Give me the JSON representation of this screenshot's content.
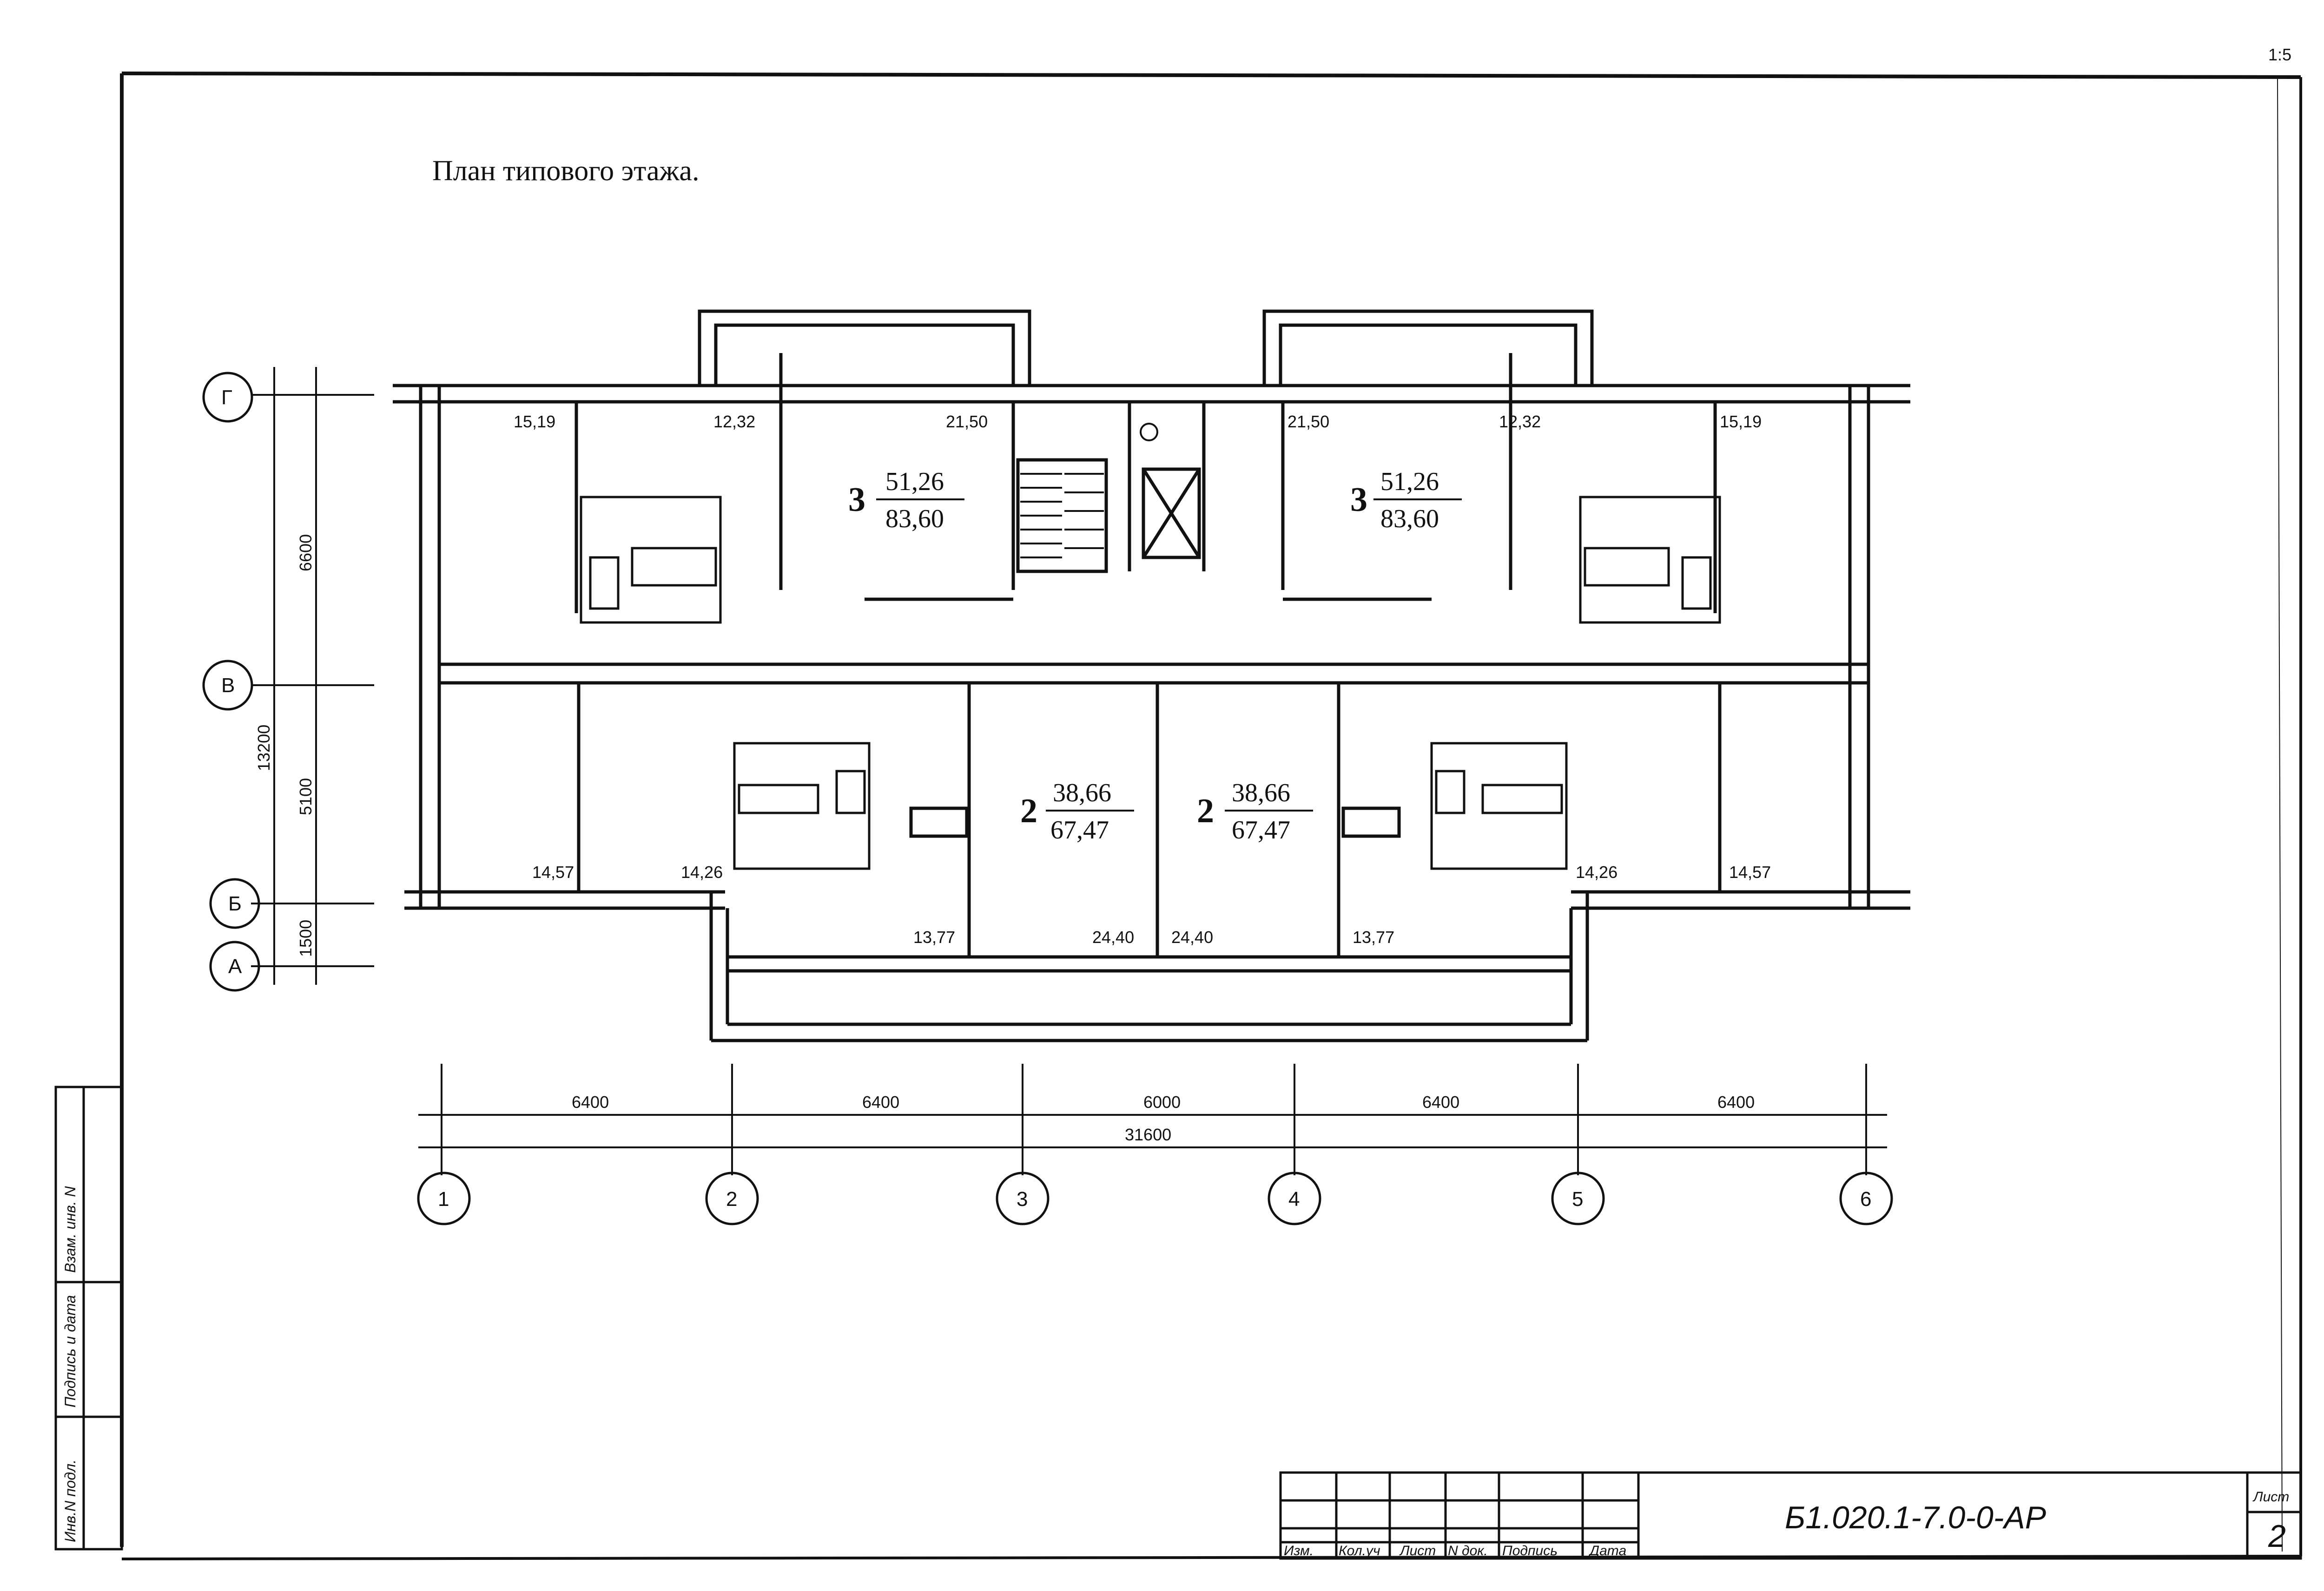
{
  "title": "План типового этажа.",
  "corner_mark": "1:5",
  "apartments": [
    {
      "rooms": "3",
      "living_area": "51,26",
      "total_area": "83,60"
    },
    {
      "rooms": "3",
      "living_area": "51,26",
      "total_area": "83,60"
    },
    {
      "rooms": "2",
      "living_area": "38,66",
      "total_area": "67,47"
    },
    {
      "rooms": "2",
      "living_area": "38,66",
      "total_area": "67,47"
    }
  ],
  "room_areas": [
    "15,19",
    "12,32",
    "21,50",
    "21,50",
    "12,32",
    "15,19",
    "14,57",
    "14,26",
    "13,77",
    "24,40",
    "24,40",
    "13,77",
    "14,26",
    "14,57"
  ],
  "horizontal_dims": [
    "6400",
    "6400",
    "6000",
    "6400",
    "6400"
  ],
  "horizontal_total": "31600",
  "vertical_dims": [
    "6600",
    "5100",
    "1500"
  ],
  "vertical_total": "13200",
  "column_axes": [
    "1",
    "2",
    "3",
    "4",
    "5",
    "6"
  ],
  "row_axes": [
    "Г",
    "В",
    "Б",
    "А"
  ],
  "title_block": {
    "columns": [
      "Изм.",
      "Кол.уч",
      "Лист",
      "N док.",
      "Подпись",
      "Дата"
    ],
    "code": "Б1.020.1-7.0-0-АР",
    "sheet_label": "Лист",
    "sheet_number": "2"
  },
  "side_stamp": [
    "Инв.N подл.",
    "Подпись и дата",
    "Взам. инв. N"
  ]
}
